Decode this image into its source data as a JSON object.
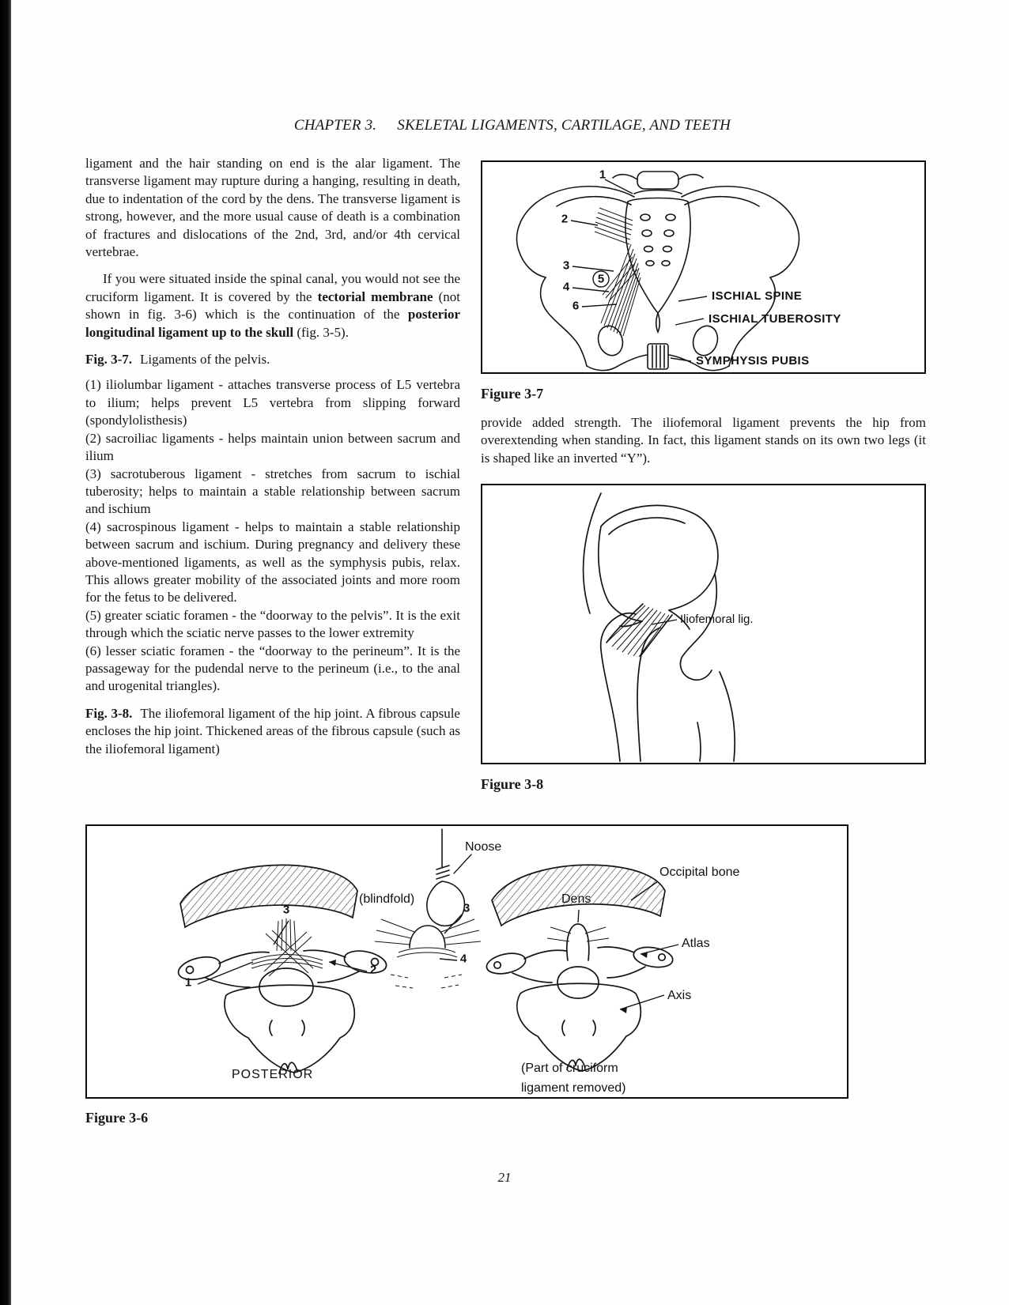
{
  "header": {
    "chapter": "CHAPTER 3.",
    "title": "SKELETAL LIGAMENTS, CARTILAGE, AND TEETH"
  },
  "page_number": "21",
  "left_column": {
    "para1": "ligament and the hair standing on end is the alar ligament. The transverse ligament may rupture during a hanging, resulting in death, due to indentation of the cord by the dens. The transverse ligament is strong, however, and the more usual cause of death is a combination of fractures and dislocations of the 2nd, 3rd, and/or 4th cervical vertebrae.",
    "para2": {
      "s1": "If you were situated inside the spinal canal, you would not see the cruciform ligament. It is covered by the ",
      "b1": "tectorial membrane",
      "s2": " (not shown in fig. 3-6) which is the continuation of the ",
      "b2": "posterior longitudinal ligament up to the skull",
      "s3": " (fig. 3-5)."
    },
    "fig37_caption": {
      "bold": "Fig. 3-7.",
      "text": "Ligaments of the pelvis."
    },
    "items": [
      "(1) iliolumbar ligament - attaches transverse process of L5 vertebra to ilium; helps prevent L5 vertebra from slipping forward (spondylolisthesis)",
      "(2) sacroiliac ligaments - helps maintain union between sacrum and ilium",
      "(3) sacrotuberous ligament - stretches from sacrum to ischial tuberosity; helps to maintain a stable relationship between sacrum and ischium",
      "(4) sacrospinous ligament - helps to maintain a stable relationship between sacrum and ischium. During pregnancy and delivery these above-mentioned ligaments, as well as the symphysis pubis, relax. This allows greater mobility of the associated joints and more room for the fetus to be delivered.",
      "(5) greater sciatic foramen - the “doorway to the pelvis”. It is the exit through which the sciatic nerve passes to the lower extremity",
      "(6) lesser sciatic foramen - the “doorway to the perineum”. It is the passageway for the pudendal nerve to the perineum (i.e., to the anal and urogenital triangles)."
    ],
    "fig38_caption": {
      "bold": "Fig. 3-8.",
      "text": "The iliofemoral ligament of the hip joint. A fibrous capsule encloses the hip joint. Thickened areas of the fibrous capsule (such as the iliofemoral ligament)"
    }
  },
  "right_column": {
    "fig37_label": "Figure 3-7",
    "para1": "provide added strength. The iliofemoral ligament prevents the hip from overextending when standing. In fact, this ligament stands on its own two legs (it is shaped like an inverted “Y”).",
    "fig38_label": "Figure 3-8"
  },
  "figures": {
    "fig37": {
      "numbers": {
        "n1": "1",
        "n2": "2",
        "n3": "3",
        "n4": "4",
        "n5": "5",
        "n6": "6"
      },
      "labels": {
        "ischial_spine": "ISCHIAL SPINE",
        "ischial_tuberosity": "ISCHIAL TUBEROSITY",
        "symphysis_pubis": "SYMPHYSIS PUBIS"
      }
    },
    "fig38": {
      "labels": {
        "iliofemoral": "Iliofemoral lig."
      }
    },
    "fig36": {
      "caption": "Figure 3-6",
      "labels": {
        "noose": "Noose",
        "blindfold": "(blindfold)",
        "occipital_bone": "Occipital bone",
        "dens": "Dens",
        "atlas": "Atlas",
        "axis": "Axis",
        "posterior": "POSTERIOR",
        "cruciform_note_line1": "(Part of cruciform",
        "cruciform_note_line2": "ligament removed)"
      },
      "numbers": {
        "left_3": "3",
        "left_1": "1",
        "left_2": "2",
        "mid_3": "3",
        "mid_4": "4"
      }
    }
  }
}
